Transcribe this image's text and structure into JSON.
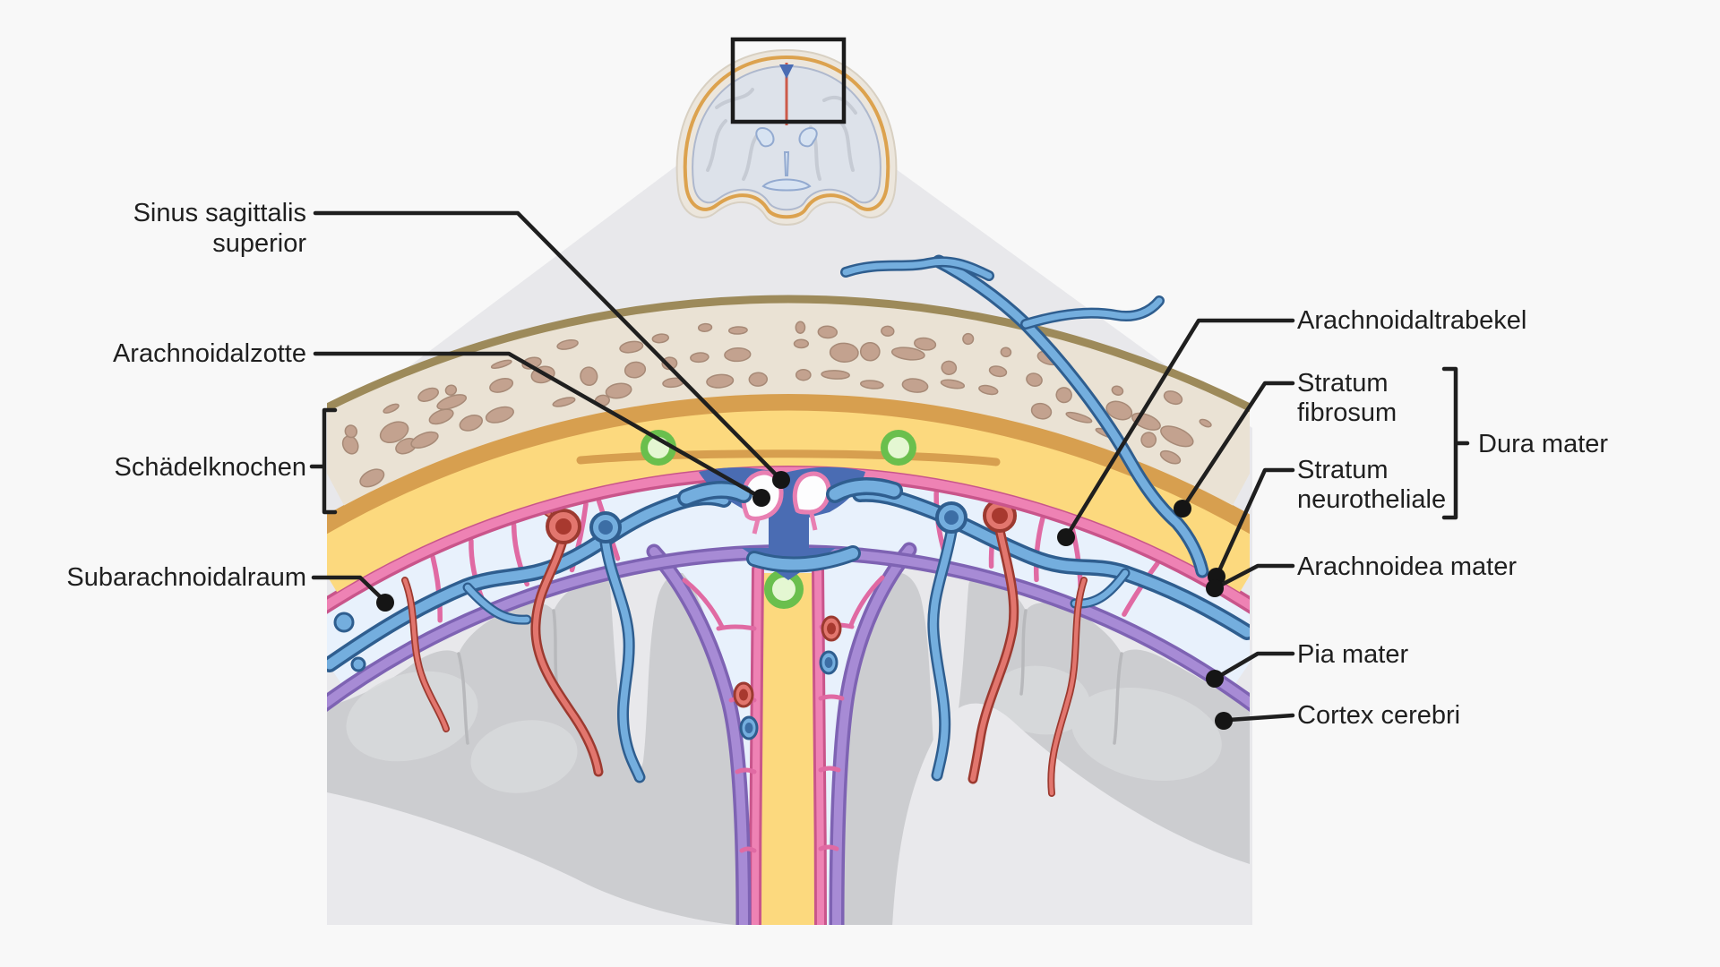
{
  "figure": {
    "type": "anatomical-diagram",
    "subject": "Meninges / Hirnhäute (coronal section at superior sagittal sinus)"
  },
  "labels": {
    "sinus_sagittalis_superior": {
      "line1": "Sinus sagittalis",
      "line2": "superior"
    },
    "arachnoidalzotte": "Arachnoidalzotte",
    "schaedelknochen": "Schädelknochen",
    "subarachnoidalraum": "Subarachnoidalraum",
    "arachnoidaltrabekel": "Arachnoidaltrabekel",
    "stratum_fibrosum": {
      "line1": "Stratum",
      "line2": "fibrosum"
    },
    "stratum_neurotheliale": {
      "line1": "Stratum",
      "line2": "neurotheliale"
    },
    "dura_mater": "Dura mater",
    "arachnoidea_mater": "Arachnoidea mater",
    "pia_mater": "Pia mater",
    "cortex_cerebri": "Cortex cerebri"
  },
  "colors": {
    "background": "#f8f8f8",
    "cone": "#e8e8eb",
    "label": "#1f1f1f",
    "skull_line": "#9d8a5a",
    "bone": "#eae2d4",
    "bone_spot": "#c3a28f",
    "bone_spot_stroke": "#a78a77",
    "dura_orange": "#d79f4f",
    "dura_yellow": "#fcd97e",
    "arachnoid_pink": "#ee82b4",
    "arachnoid_pink_dark": "#c9558b",
    "trabecula_pink": "#e06aa3",
    "sas_blue": "#e8f1fc",
    "pia_purple": "#a78bd5",
    "pia_purple_dark": "#7e63b3",
    "cortex_gray": "#cccdd0",
    "cortex_light": "#d9dadc",
    "sinus_blue": "#4a6cb3",
    "vein_fill": "#74aede",
    "vein_stroke": "#2f5e8f",
    "vein_dark": "#3c6ea5",
    "artery_fill": "#e2766e",
    "artery_stroke": "#9c3a30",
    "artery_dark": "#a8392f",
    "green_ring": "#6abf4d",
    "green_ring_inner": "#e4f7d2",
    "inset_bone": "#ece6dc",
    "inset_orange": "#dca24e",
    "inset_brain": "#dde2ea",
    "inset_ventricle": "#d7e3f2",
    "box_stroke": "#1b1b1b"
  }
}
